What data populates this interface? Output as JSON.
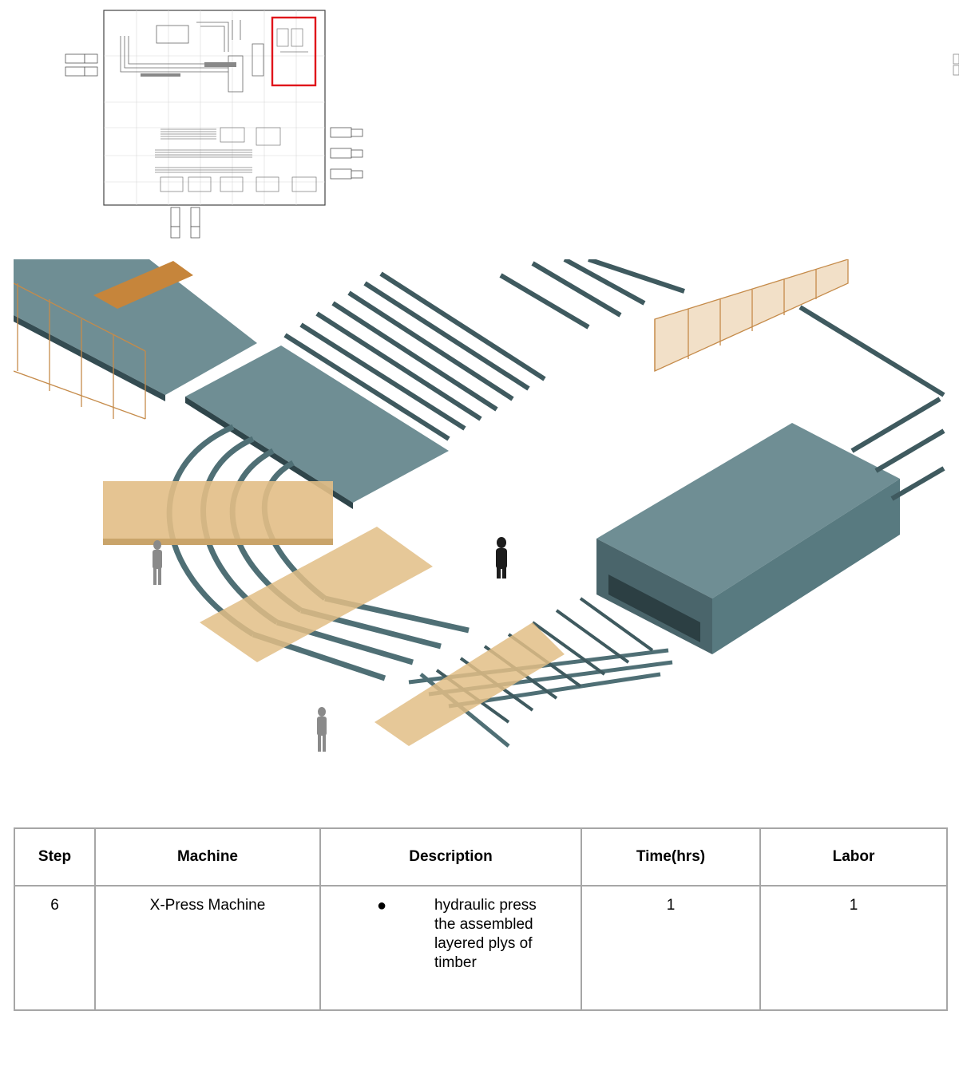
{
  "images": {
    "floorplan": "factory-floor-plan-thumbnail",
    "render": "x-press-machine-isometric-render",
    "highlight_color": "#e0141b"
  },
  "table": {
    "headers": [
      "Step",
      "Machine",
      "Description",
      "Time(hrs)",
      "Labor"
    ],
    "rows": [
      {
        "step": "6",
        "machine": "X-Press Machine",
        "description": "hydraulic press the assembled layered plys of timber",
        "time": "1",
        "labor": "1"
      }
    ]
  }
}
